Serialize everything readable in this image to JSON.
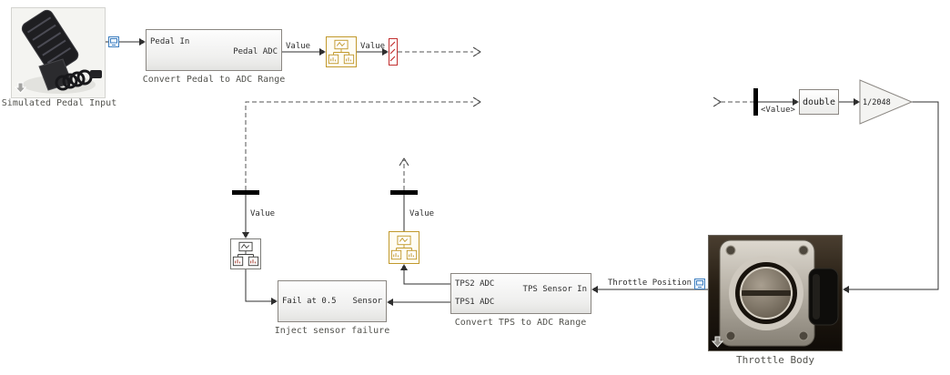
{
  "colors": {
    "wire": "#2f2f2f",
    "dashed_wire": "#565656",
    "block_border": "#8a8681",
    "yellow_block": "#c1992c",
    "red_block": "#c23030",
    "badge_blue": "#3f7fbf"
  },
  "icons": {
    "image_anchor": "down-arrow",
    "io_badge": "monitor",
    "junction": "black-bar"
  },
  "pedal_source": {
    "caption": "Simulated Pedal Input"
  },
  "convert_pedal": {
    "port_in": "Pedal In",
    "port_out": "Pedal ADC",
    "caption": "Convert Pedal to ADC Range"
  },
  "inject_failure": {
    "port_left": "Fail at 0.5",
    "port_right": "Sensor",
    "caption": "Inject sensor failure"
  },
  "convert_tps": {
    "port_out_top": "TPS2 ADC",
    "port_out_bottom": "TPS1 ADC",
    "port_in": "TPS Sensor In",
    "caption": "Convert TPS to ADC Range"
  },
  "throttle_body": {
    "caption": "Throttle Body"
  },
  "datatype_block": {
    "label": "double"
  },
  "gain_block": {
    "label": "1/2048"
  },
  "signals": {
    "value_pedal_1": "Value",
    "value_pedal_2": "Value",
    "value_left": "Value",
    "value_mid": "Value",
    "throttle_position": "Throttle Position",
    "bus_element": "<Value>"
  }
}
